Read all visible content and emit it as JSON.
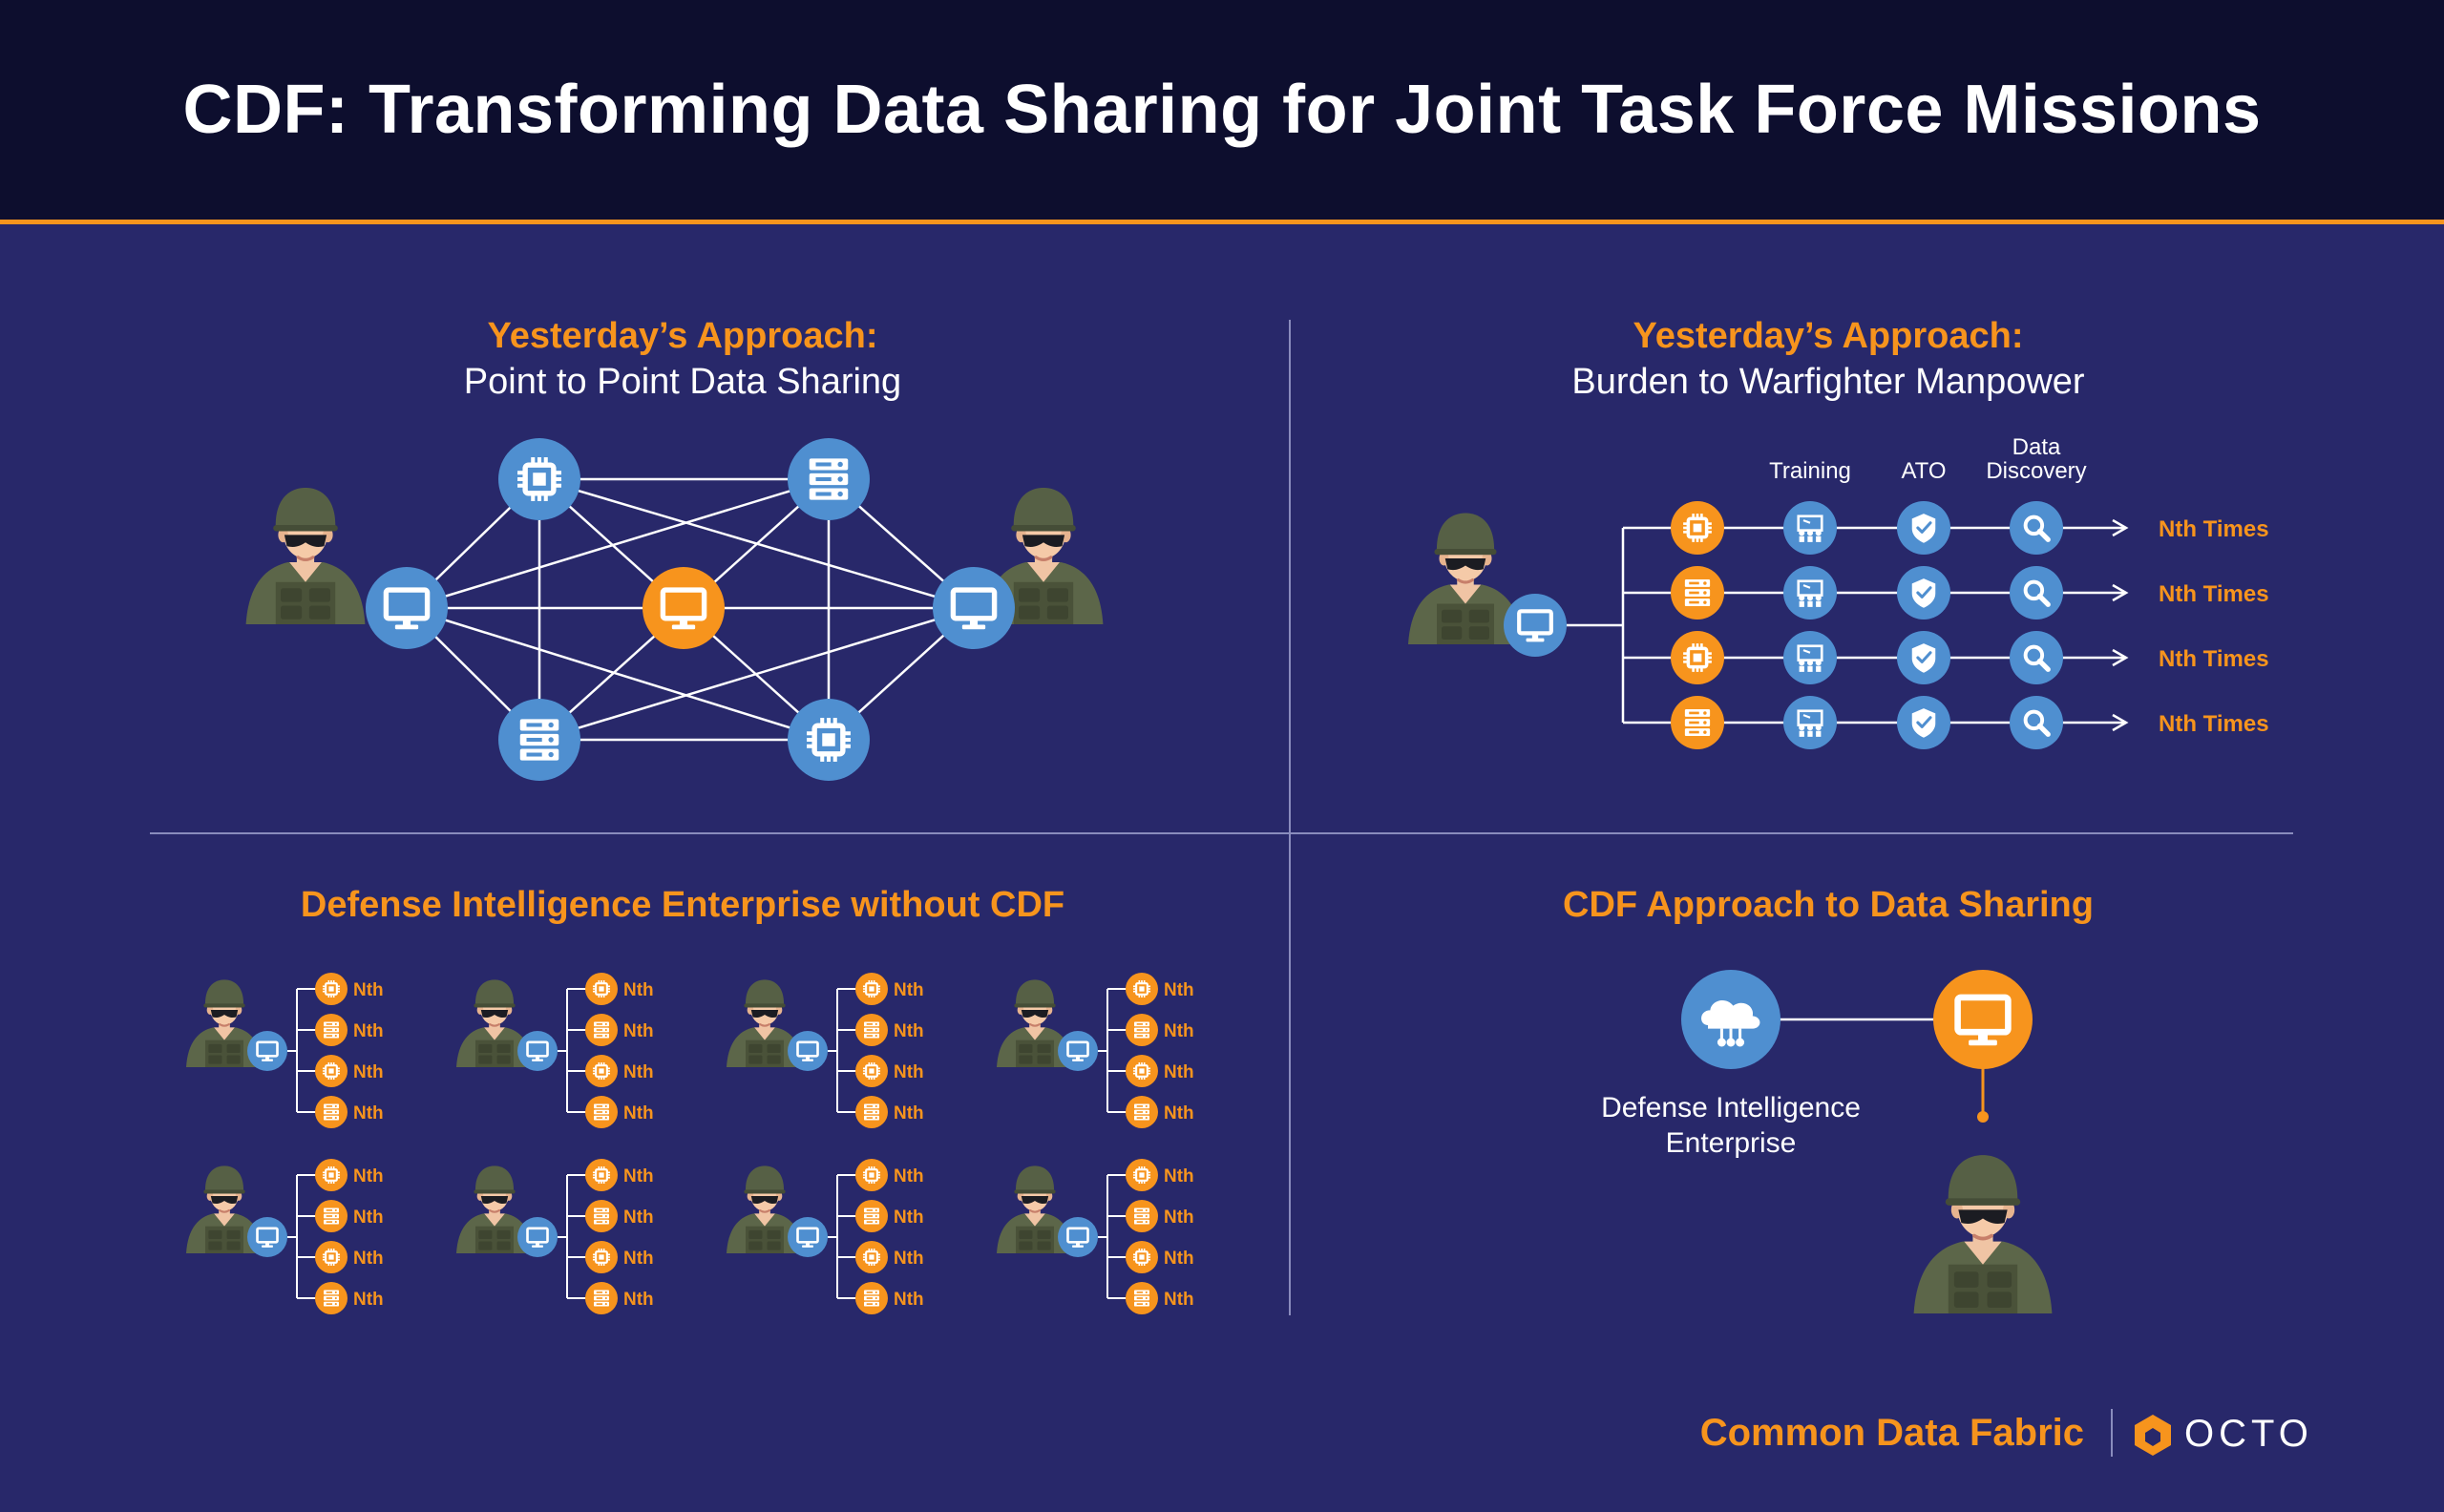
{
  "header": {
    "title": "CDF: Transforming Data Sharing for Joint Task Force Missions"
  },
  "quadrant_top_left": {
    "heading": "Yesterday’s Approach:",
    "subheading": "Point to Point Data Sharing"
  },
  "quadrant_top_right": {
    "heading": "Yesterday’s Approach:",
    "subheading": "Burden to Warfighter Manpower",
    "column_labels": {
      "training": "Training",
      "ato": "ATO",
      "discovery_line1": "Data",
      "discovery_line2": "Discovery"
    },
    "row_label": "Nth Times"
  },
  "quadrant_bottom_left": {
    "heading": "Defense Intelligence Enterprise without CDF",
    "item_label": "Nth"
  },
  "quadrant_bottom_right": {
    "heading": "CDF Approach to Data Sharing",
    "cloud_label_line1": "Defense Intelligence",
    "cloud_label_line2": "Enterprise"
  },
  "footer": {
    "brand": "Common Data Fabric",
    "partner": "OCTO"
  },
  "colors": {
    "background": "#28286a",
    "header": "#0d0e2e",
    "accent_orange": "#f7941d",
    "node_blue": "#4f8fd0",
    "soldier_green": "#5c6649"
  },
  "icons": [
    "soldier-icon",
    "chip-icon",
    "server-icon",
    "monitor-icon",
    "training-icon",
    "shield-icon",
    "search-icon",
    "cloud-icon",
    "octo-logo-icon"
  ]
}
